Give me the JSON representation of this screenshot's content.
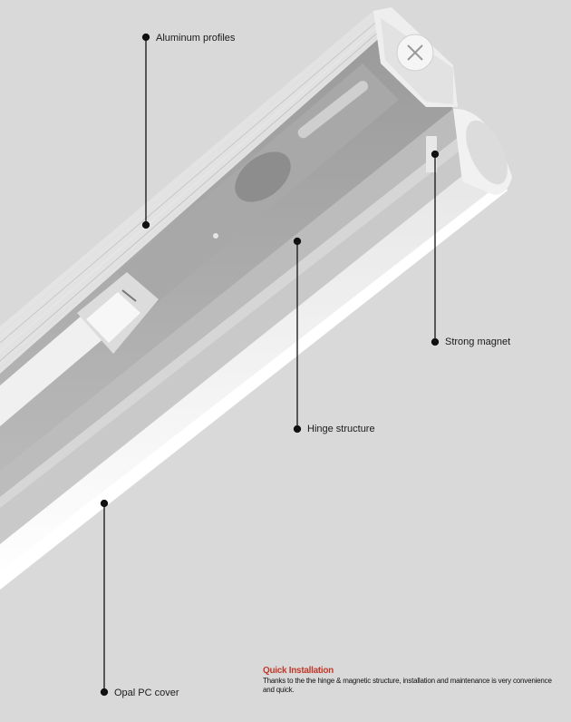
{
  "callouts": {
    "aluminum_profiles": "Aluminum profiles",
    "strong_magnet": "Strong magnet",
    "hinge_structure": "Hinge structure",
    "opal_pc_cover": "Opal PC cover"
  },
  "quick_installation": {
    "title": "Quick Installation",
    "body": "Thanks to the the hinge & magnetic structure, installation and maintenance is very convenience and quick."
  },
  "colors": {
    "background": "#d9d9d9",
    "accent": "#c0392b",
    "leader_line": "#111111"
  }
}
